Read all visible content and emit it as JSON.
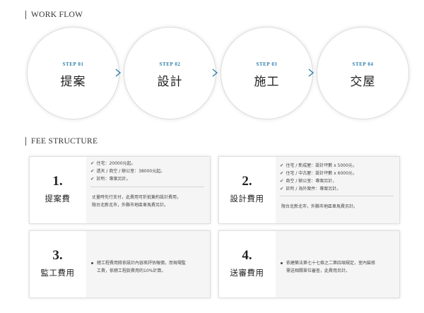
{
  "workflow": {
    "title": "WORK FLOW",
    "steps": [
      {
        "num": "STEP 01",
        "name": "提案"
      },
      {
        "num": "STEP 02",
        "name": "設計"
      },
      {
        "num": "STEP 03",
        "name": "施工"
      },
      {
        "num": "STEP 04",
        "name": "交屋"
      }
    ]
  },
  "fees": {
    "title": "FEE STRUCTURE",
    "cards": [
      {
        "num": "1.",
        "name": "提案費",
        "items": [
          "住宅：20000元起。",
          "透天 / 商空 / 辦公室：38000元起。",
          "診所：專案另計。"
        ],
        "notes": [
          "丈量時先行支付，此費用可折抵簽約設計費用，",
          "限台北新北市，外縣市地區車馬費另計。"
        ]
      },
      {
        "num": "2.",
        "name": "設計費用",
        "items": [
          "住宅 / 新成屋：設計坪數 x 5000元，",
          "住宅 / 中古屋：設計坪數 x 6000元，",
          "商空 / 辦公室：專案另計，",
          "診所 / 海外案件：專案另計。"
        ],
        "notes": [
          "限台北新北市，外縣市地區車馬費另計。"
        ]
      },
      {
        "num": "3.",
        "name": "監工費用",
        "notes": [
          "總工程費用將依設計內容來評估報價，而現場監",
          "工費，依總工程款費用的10%計算。"
        ]
      },
      {
        "num": "4.",
        "name": "送審費用",
        "notes": [
          "依建築法第七十七條之二第四項規定，室內裝修",
          "需送相關單位審查，此費用另計。"
        ]
      }
    ]
  }
}
